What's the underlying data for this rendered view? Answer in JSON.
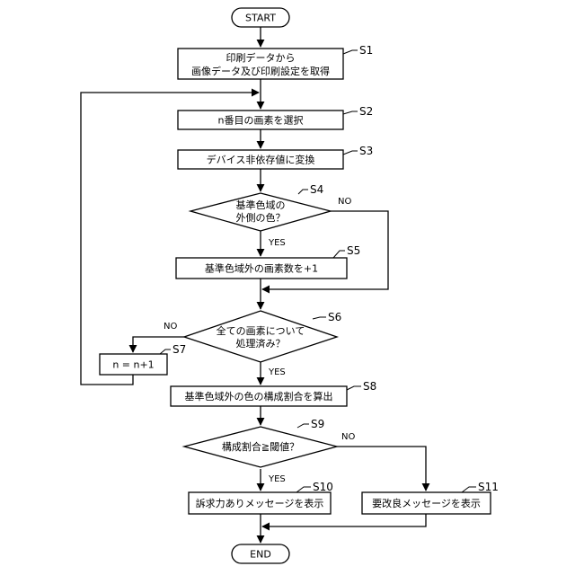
{
  "flowchart": {
    "start_label": "START",
    "end_label": "END",
    "steps": {
      "s1": {
        "id": "S1",
        "lines": [
          "印刷データから",
          "画像データ及び印刷設定を取得"
        ]
      },
      "s2": {
        "id": "S2",
        "lines": [
          "n番目の画素を選択"
        ]
      },
      "s3": {
        "id": "S3",
        "lines": [
          "デバイス非依存値に変換"
        ]
      },
      "s4": {
        "id": "S4",
        "lines": [
          "基準色域の",
          "外側の色？"
        ]
      },
      "s5": {
        "id": "S5",
        "lines": [
          "基準色域外の画素数を+1"
        ]
      },
      "s6": {
        "id": "S6",
        "lines": [
          "全ての画素について",
          "処理済み？"
        ]
      },
      "s7": {
        "id": "S7",
        "lines": [
          "n = n+1"
        ]
      },
      "s8": {
        "id": "S8",
        "lines": [
          "基準色域外の色の構成割合を算出"
        ]
      },
      "s9": {
        "id": "S9",
        "lines": [
          "構成割合≧閾値？"
        ]
      },
      "s10": {
        "id": "S10",
        "lines": [
          "訴求力ありメッセージを表示"
        ]
      },
      "s11": {
        "id": "S11",
        "lines": [
          "要改良メッセージを表示"
        ]
      }
    },
    "branches": {
      "s4_yes": "YES",
      "s4_no": "NO",
      "s6_yes": "YES",
      "s6_no": "NO",
      "s9_yes": "YES",
      "s9_no": "NO"
    }
  }
}
